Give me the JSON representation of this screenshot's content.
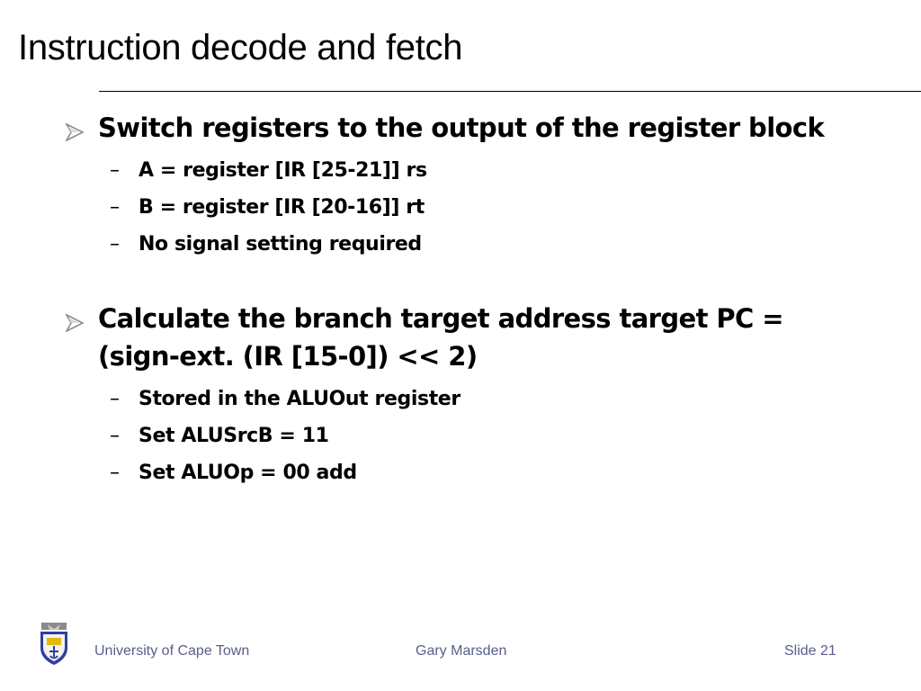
{
  "slide": {
    "title": "Instruction decode and fetch"
  },
  "bullets": [
    {
      "text": "Switch registers to the output of the register block",
      "subitems": [
        "A = register [IR [25-21]] rs",
        "B = register [IR [20-16]] rt",
        "No signal setting required"
      ]
    },
    {
      "text": "Calculate the branch target address target PC = (sign-ext. (IR [15-0]) << 2)",
      "subitems": [
        "Stored in the ALUOut register",
        "Set ALUSrcB = 11",
        "Set ALUOp = 00 add"
      ]
    }
  ],
  "footer": {
    "institution": "University of Cape Town",
    "author": "Gary Marsden",
    "slide_number": "Slide 21"
  },
  "icons": {
    "bullet": "arrowhead-bullet-icon",
    "logo": "university-crest-icon"
  },
  "colors": {
    "footer_text": "#5a5e8a",
    "bullet_arrow": "#9a9a9a"
  }
}
